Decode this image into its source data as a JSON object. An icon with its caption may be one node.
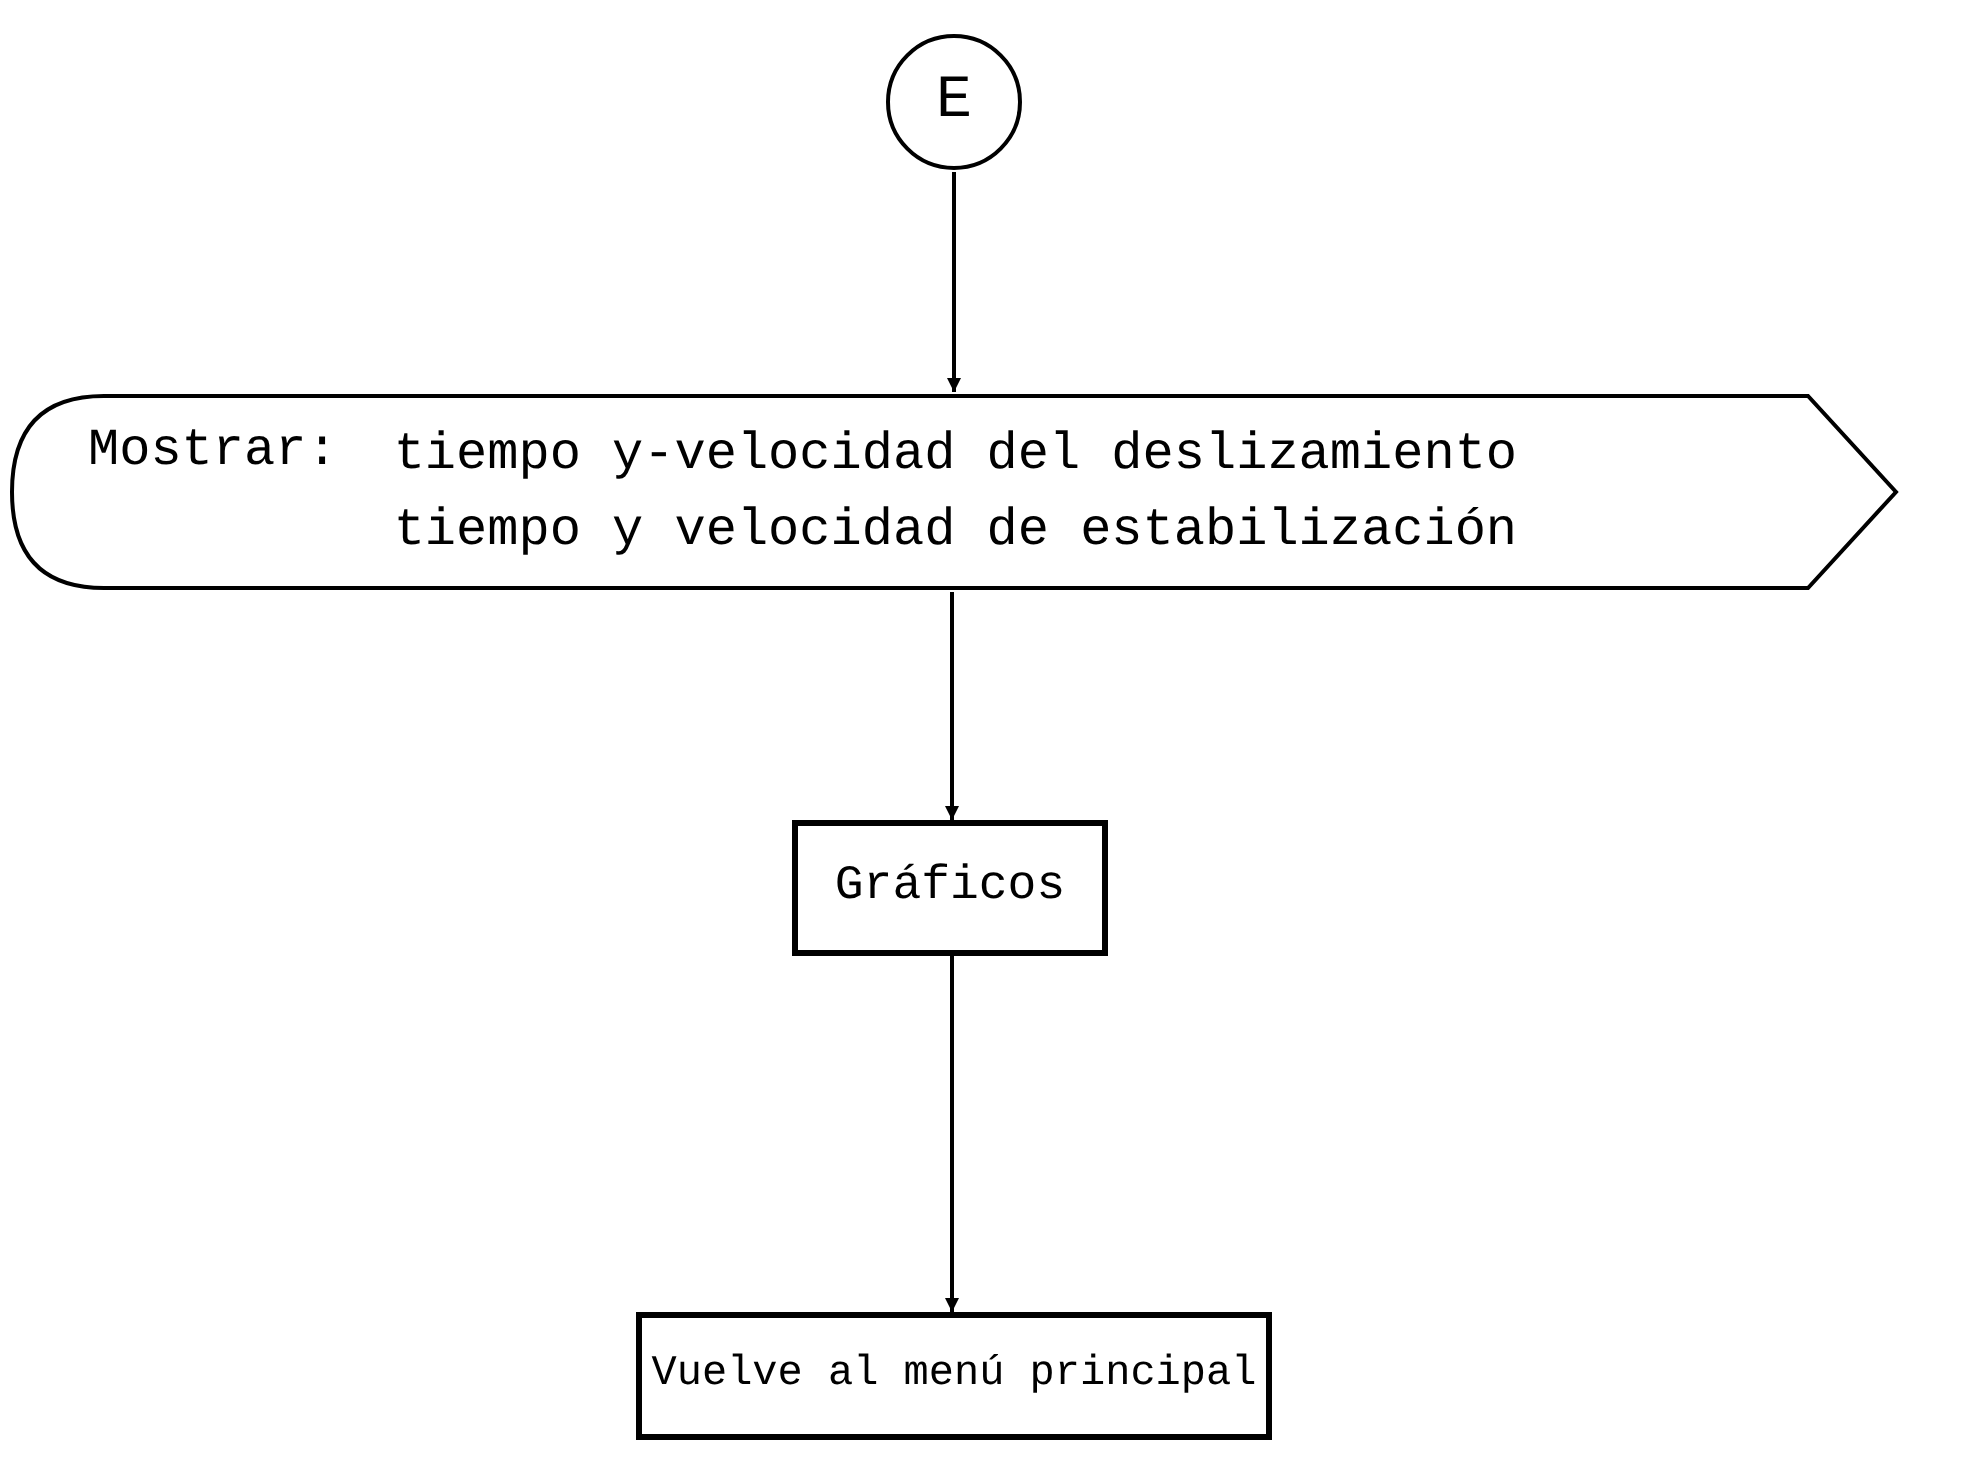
{
  "diagram": {
    "nodes": [
      {
        "text": [
          "E"
        ]
      },
      {
        "text": [
          "Mostrar:",
          "tiempo y-velocidad del deslizamiento",
          "tiempo y velocidad de estabilización"
        ]
      },
      {
        "text": [
          "Gráficos"
        ]
      },
      {
        "text": [
          "Vuelve al menú principal"
        ]
      }
    ],
    "edges": [
      {
        "from": 0,
        "to": 1,
        "arrow": "to"
      },
      {
        "from": 1,
        "to": 2,
        "arrow": "to"
      },
      {
        "from": 2,
        "to": 3,
        "arrow": "to"
      }
    ]
  }
}
